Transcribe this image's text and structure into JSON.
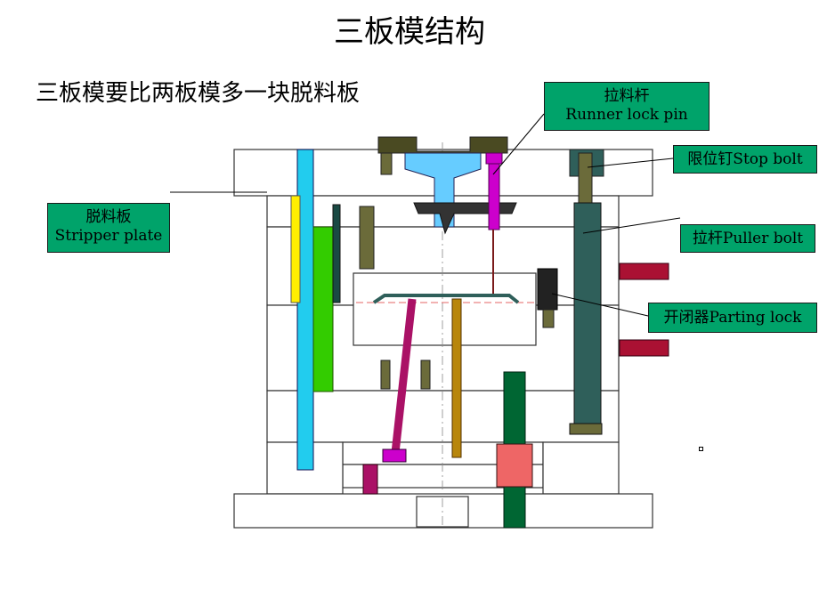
{
  "slide": {
    "title": "三板模结构",
    "subtitle": "三板模要比两板模多一块脱料板"
  },
  "callouts": {
    "runner_lock_pin": {
      "cn": "拉料杆",
      "en": "Runner lock pin"
    },
    "stop_bolt": {
      "text": "限位钉Stop bolt"
    },
    "stripper_plate": {
      "cn": "脱料板",
      "en": "Stripper plate"
    },
    "puller_bolt": {
      "text": "拉杆Puller bolt"
    },
    "parting_lock": {
      "text": "开闭器Parting lock"
    }
  },
  "colors": {
    "callout_bg": "#00a36a",
    "plate_fill": "#ffffff",
    "plate_stroke": "#333333",
    "runner_lock_pin": "#cc00cc",
    "stop_bolt": "#6b6b3a",
    "puller_bolt": "#2f5f5a",
    "parting_lock": "#222222",
    "sprue_bushing": "#66ccff",
    "return_pin": "#22ccee",
    "stripper_yellow": "#ffee00",
    "guide_green": "#33cc00",
    "ejector_pin_magenta": "#aa1166",
    "ejector_pin_brown": "#b8860b",
    "support_pillar": "#006633",
    "cooling_connector": "#aa1133"
  }
}
